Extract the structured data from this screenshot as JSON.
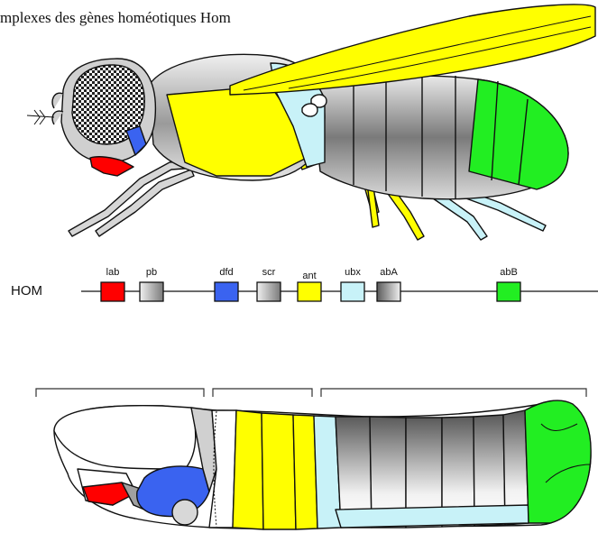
{
  "title": "mplexes des gènes homéotiques Hom",
  "hom_label": "HOM",
  "genes": [
    {
      "name": "lab",
      "color": "#ff0000"
    },
    {
      "name": "pb",
      "color": "#d0d0d0"
    },
    {
      "name": "dfd",
      "color": "#3a63f0"
    },
    {
      "name": "scr",
      "color": "#d0d0d0"
    },
    {
      "name": "ant",
      "color": "#ffff00"
    },
    {
      "name": "ubx",
      "color": "#c8f2f8"
    },
    {
      "name": "abA",
      "color": "#8a8a8a"
    },
    {
      "name": "abB",
      "color": "#22ee22"
    }
  ],
  "colors": {
    "lab": "#ff0000",
    "dfd": "#3a63f0",
    "ant": "#ffff00",
    "ubx": "#c8f2f8",
    "abB": "#22ee22",
    "grey": "#b0b0b0"
  }
}
